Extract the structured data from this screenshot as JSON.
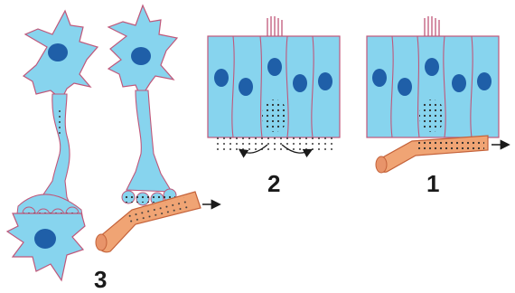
{
  "panels": [
    {
      "id": "3",
      "label": "3"
    },
    {
      "id": "2",
      "label": "2"
    },
    {
      "id": "1",
      "label": "1"
    }
  ],
  "colors": {
    "cell_fill": "#87d4ee",
    "cell_outline": "#c0577a",
    "nucleus": "#1f5fa8",
    "vessel_fill": "#f0a474",
    "vessel_outline": "#c4623a",
    "granules": "#2a2a2a",
    "arrow": "#1a1a1a"
  }
}
